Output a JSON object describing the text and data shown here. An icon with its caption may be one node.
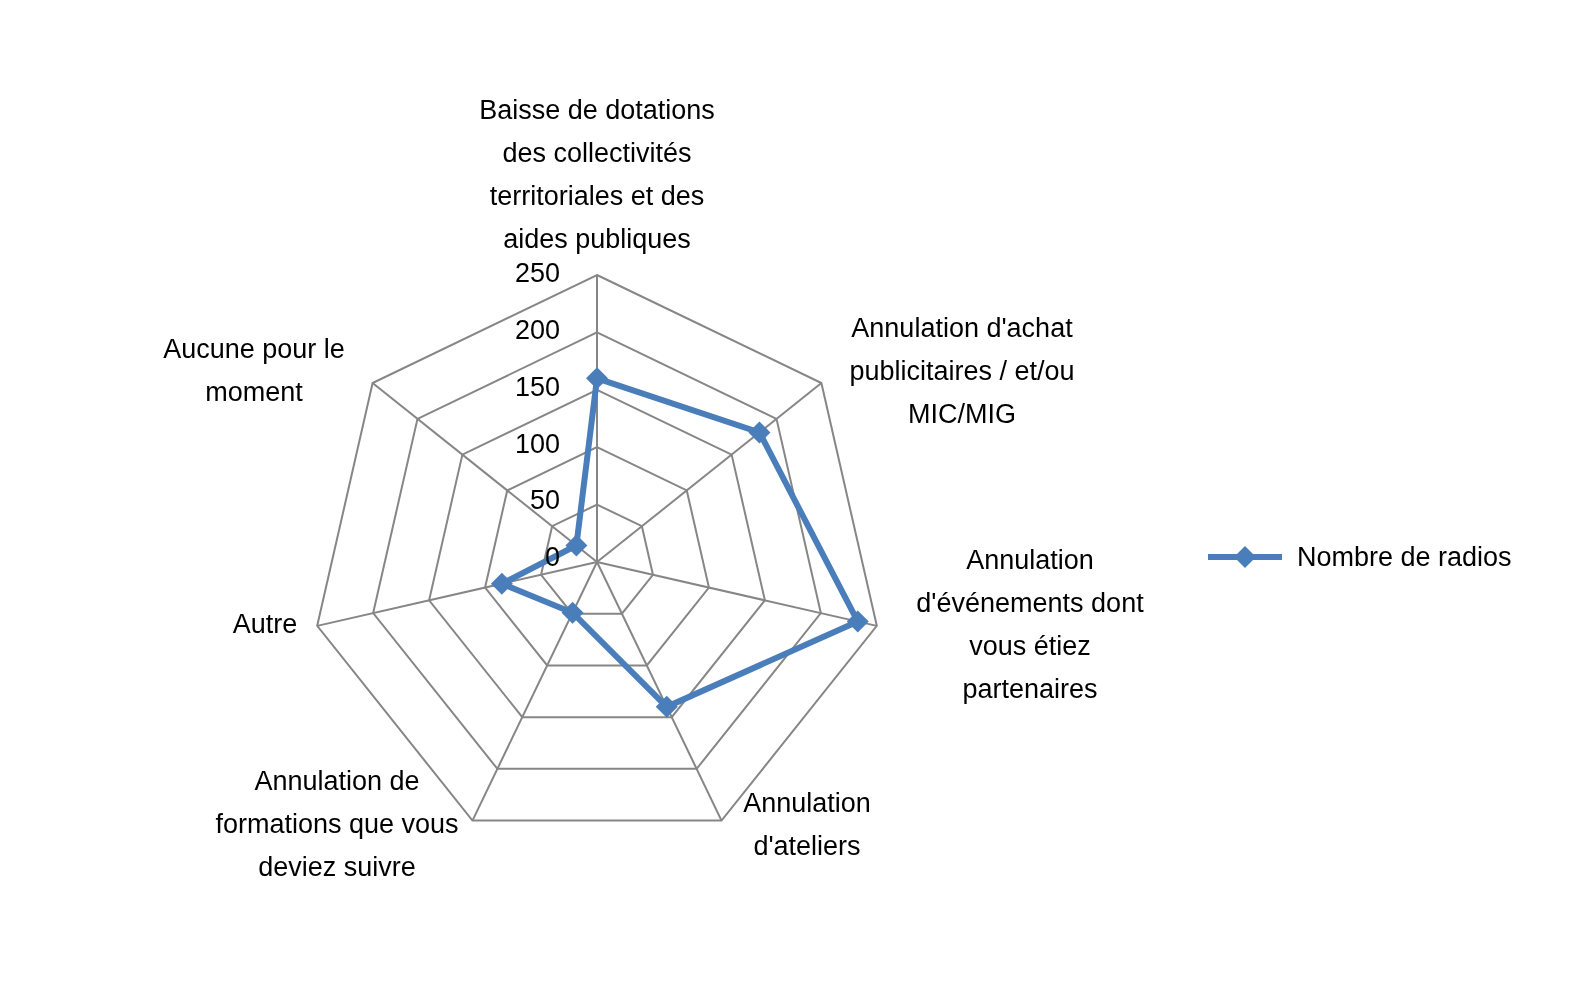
{
  "diagram": {
    "labels": [
      "Baisse de dotations des collectivités territoriales et des aides publiques",
      "250",
      "200",
      "Annulation d'achat publicitaires / et/ou MIC/MIG",
      "Aucune pour le moment",
      "150",
      "100",
      "50",
      "0",
      "Annulation d'événements dont vous étiez partenaires",
      "Autre",
      "Annulation de formations que vous deviez suivre",
      "Annulation d'ateliers"
    ],
    "legend": [
      {
        "text": "Nombre de radios"
      }
    ]
  }
}
